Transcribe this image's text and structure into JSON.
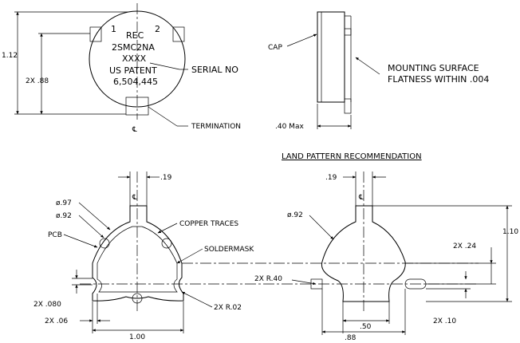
{
  "top_view": {
    "pin1": "1",
    "pin2": "2",
    "line1": "REC",
    "line2": "2SMC2NA",
    "line3": "XXXX",
    "line4": "US PATENT",
    "line5": "6,504,445",
    "dim_overall": "1.12",
    "dim_pins": "2X .88",
    "serial_label": "SERIAL NO",
    "termination_label": "TERMINATION",
    "cl": "℄"
  },
  "side_view": {
    "cap_label": "CAP",
    "mounting_line1": "MOUNTING SURFACE",
    "mounting_line2": "FLATNESS WITHIN .004",
    "dim_height": ".40 Max"
  },
  "pcb_view": {
    "dim_tab": ".19",
    "cl": "℄",
    "dia97": "ø.97",
    "dia92": "ø.92",
    "pcb_label": "PCB",
    "copper_label": "COPPER TRACES",
    "soldermask_label": "SOLDERMASK",
    "r02_label": "2X R.02",
    "dim_080": "2X .080",
    "dim_06": "2X .06",
    "dim_100": "1.00"
  },
  "land_view": {
    "title": "LAND PATTERN RECOMMENDATION",
    "dim_tab": ".19",
    "cl": "℄",
    "dia92": "ø.92",
    "r40_label": "2X R.40",
    "dim_24": "2X .24",
    "dim_110": "1.10",
    "dim_50": ".50",
    "dim_88": ".88",
    "dim_10": "2X .10"
  }
}
